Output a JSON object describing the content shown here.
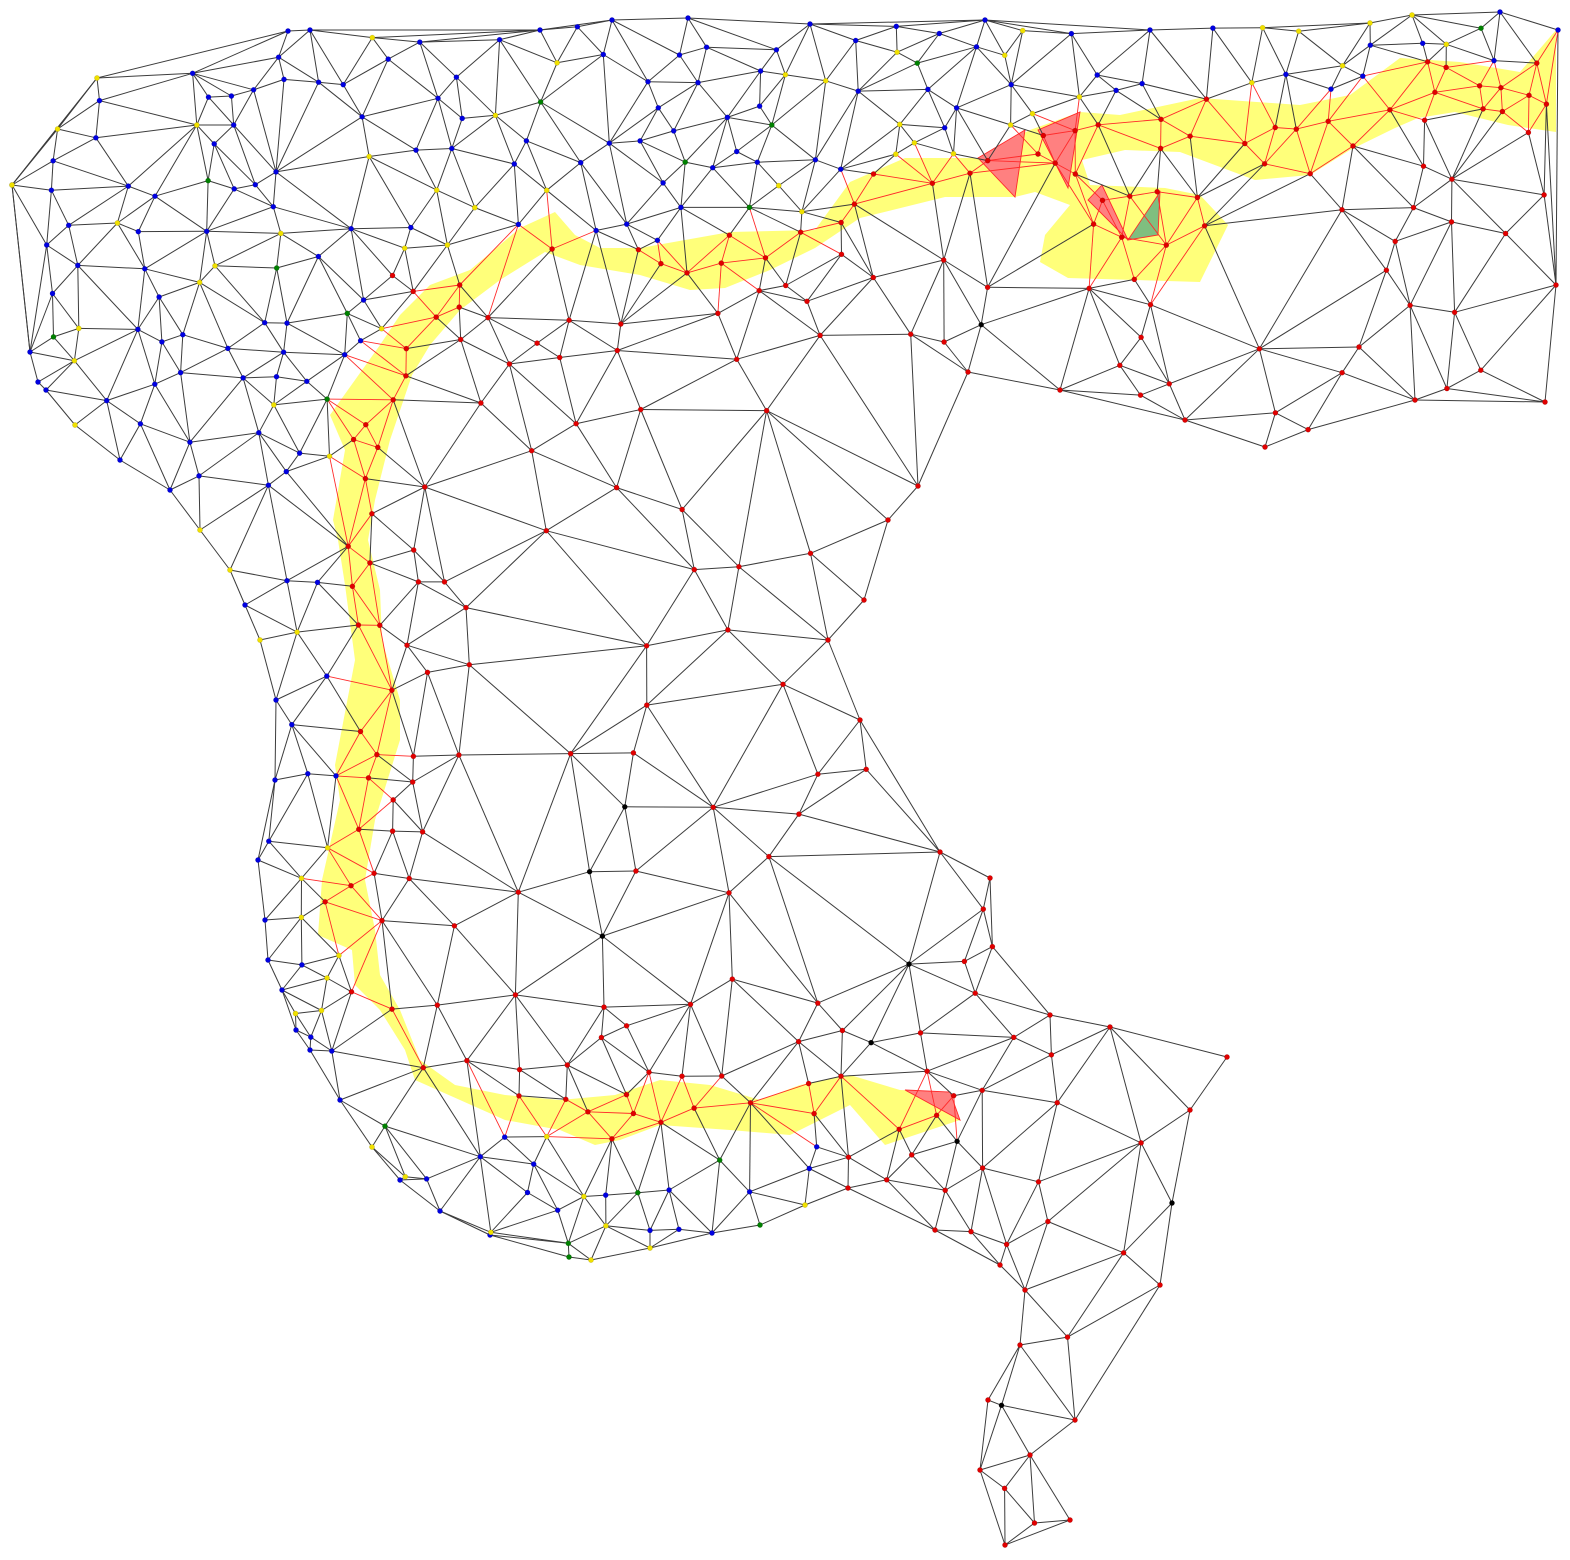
{
  "colors": {
    "background": "#ffffff",
    "edge": "#3c3c3c",
    "corridor_edge": "#ff2a2a",
    "corridor_fill": "#ffff7a",
    "conflict_fill": "#ff8080",
    "resolved_fill": "#7fbf7f",
    "node_red": "#e00000",
    "node_blue": "#0000e0",
    "node_yellow": "#f0e000",
    "node_green": "#008000",
    "node_black": "#000000"
  },
  "diagram": {
    "type": "triangulated-mesh",
    "regions": [
      {
        "name": "west-blue-zone",
        "node_color": "blue"
      },
      {
        "name": "east-red-zone",
        "node_color": "red"
      },
      {
        "name": "yellow-corridor",
        "fill": "corridor_fill"
      }
    ],
    "highlight_triangles": [
      {
        "name": "conflict-triangle-1",
        "fill": "conflict_fill"
      },
      {
        "name": "conflict-triangle-2",
        "fill": "conflict_fill"
      },
      {
        "name": "conflict-triangle-3",
        "fill": "conflict_fill"
      },
      {
        "name": "conflict-triangle-4",
        "fill": "conflict_fill"
      },
      {
        "name": "resolved-triangle",
        "fill": "resolved_fill"
      }
    ]
  }
}
